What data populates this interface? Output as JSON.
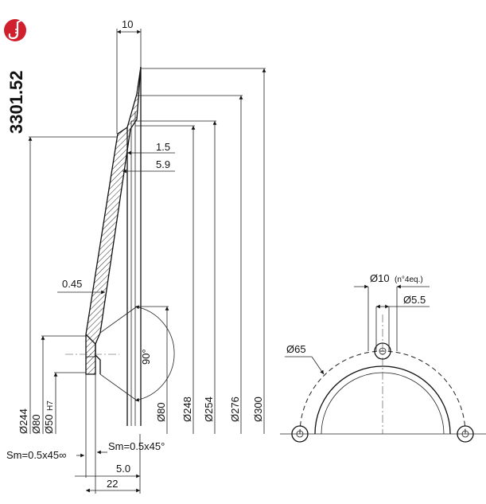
{
  "part_code": "3301.52",
  "brand_icon": "saxophone-icon",
  "colors": {
    "brand": "#d0202e",
    "line": "#111111"
  },
  "dimensions": {
    "top_width": "10",
    "d1": "1.5",
    "d2": "5.9",
    "d3": "0.45",
    "angle": "90°",
    "dia244": "Ø244",
    "dia80_left": "Ø80",
    "dia50": "Ø50",
    "dia50_tol": "H7",
    "dia80_right": "Ø80",
    "dia248": "Ø248",
    "dia254": "Ø254",
    "dia276": "Ø276",
    "dia300": "Ø300",
    "chamfer_left": "Sm=0.5x45∞",
    "chamfer_right": "Sm=0.5x45°",
    "len5": "5.0",
    "len22": "22"
  },
  "bolt_pattern": {
    "hole": "Ø10",
    "hole_note": "(n°4eq.)",
    "slot": "Ø5.5",
    "pcd": "Ø65"
  }
}
